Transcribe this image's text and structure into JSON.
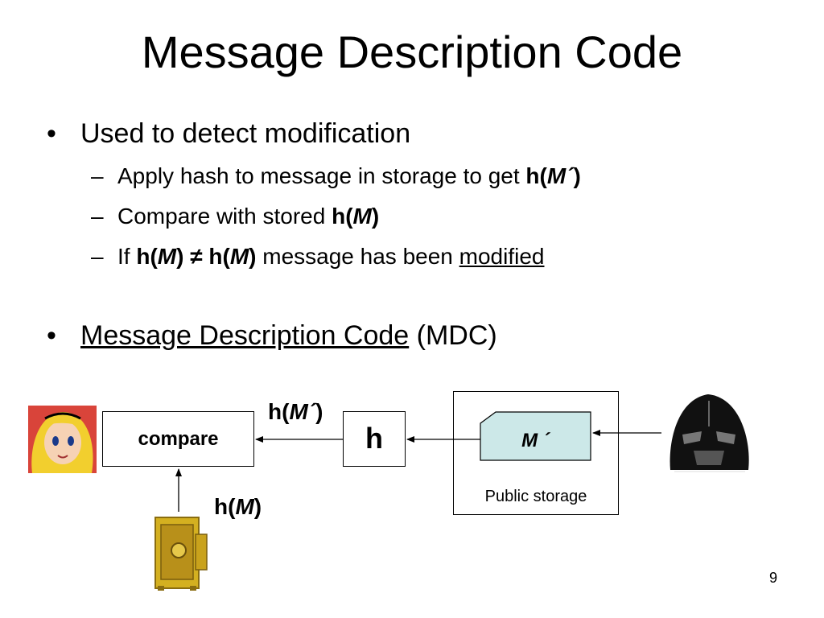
{
  "slide": {
    "title": "Message Description Code",
    "bullet1": "Used to detect modification",
    "sub1_text": "Apply hash to message in storage to get ",
    "sub1_expr_h": "h(",
    "sub1_expr_m": "M´",
    "sub1_expr_close": ")",
    "sub2_text": "Compare with stored ",
    "sub2_expr_h": "h(",
    "sub2_expr_m": "M",
    "sub2_expr_close": ")",
    "sub3_if": "If ",
    "sub3_h1": "h(",
    "sub3_m1": "M",
    "sub3_c1": ")",
    "sub3_neq": "≠",
    "sub3_h2": "h(",
    "sub3_m2": "M",
    "sub3_c2": ")",
    "sub3_text": " message has been ",
    "sub3_link": "modified",
    "bullet2_link": "Message Description Code",
    "bullet2_rest": " (MDC)",
    "page_number": "9"
  },
  "diagram": {
    "compare_label": "compare",
    "h_label": "h",
    "message_label": "M ´",
    "storage_label": "Public storage",
    "top_hash_h": "h(",
    "top_hash_m": "M´",
    "top_hash_close": ")",
    "bottom_hash_h": "h(",
    "bottom_hash_m": "M",
    "bottom_hash_close": ")",
    "colors": {
      "message_fill": "#cce8e8",
      "safe_gold": "#d4b020",
      "alice_bg": "#d9443a",
      "alice_hair": "#f2cf2e"
    }
  }
}
